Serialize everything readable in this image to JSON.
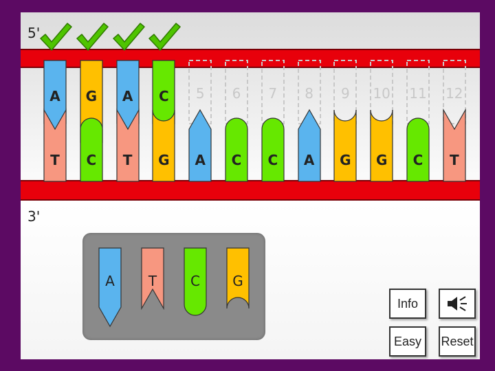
{
  "labels": {
    "five_prime": "5'",
    "three_prime": "3'"
  },
  "colors": {
    "A": "#5ab4ee",
    "T": "#f79780",
    "C": "#66e800",
    "G": "#ffc000",
    "backbone": "#e8000b"
  },
  "top_strand": [
    {
      "slot": "1",
      "base": "A",
      "placed": true,
      "correct": true
    },
    {
      "slot": "2",
      "base": "G",
      "placed": true,
      "correct": true
    },
    {
      "slot": "3",
      "base": "A",
      "placed": true,
      "correct": true
    },
    {
      "slot": "4",
      "base": "C",
      "placed": true,
      "correct": true
    },
    {
      "slot": "5",
      "base": "",
      "placed": false,
      "correct": false
    },
    {
      "slot": "6",
      "base": "",
      "placed": false,
      "correct": false
    },
    {
      "slot": "7",
      "base": "",
      "placed": false,
      "correct": false
    },
    {
      "slot": "8",
      "base": "",
      "placed": false,
      "correct": false
    },
    {
      "slot": "9",
      "base": "",
      "placed": false,
      "correct": false
    },
    {
      "slot": "10",
      "base": "",
      "placed": false,
      "correct": false
    },
    {
      "slot": "11",
      "base": "",
      "placed": false,
      "correct": false
    },
    {
      "slot": "12",
      "base": "",
      "placed": false,
      "correct": false
    }
  ],
  "bottom_strand": [
    "T",
    "C",
    "T",
    "G",
    "A",
    "C",
    "C",
    "A",
    "G",
    "G",
    "C",
    "T"
  ],
  "palette": [
    "A",
    "T",
    "C",
    "G"
  ],
  "buttons": {
    "info": "Info",
    "sound_icon": "speaker-icon",
    "easy": "Easy",
    "reset": "Reset"
  }
}
